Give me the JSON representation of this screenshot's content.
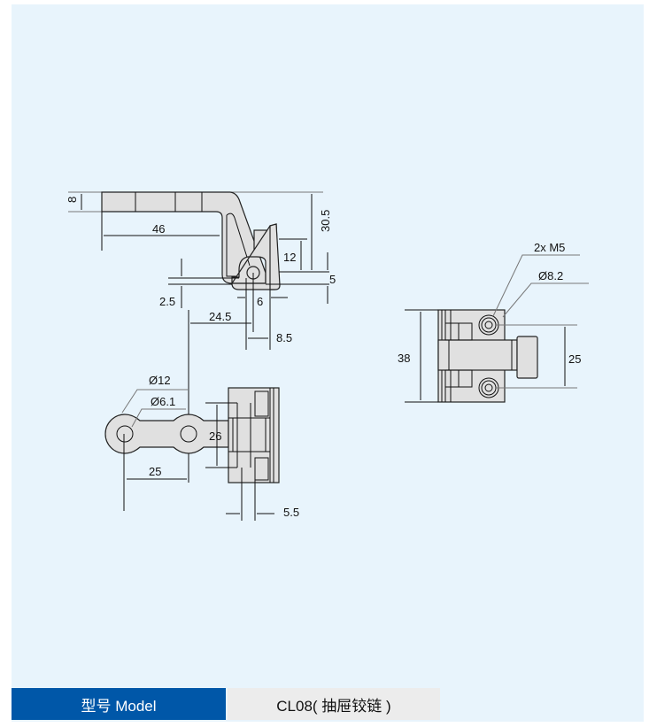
{
  "drawing": {
    "top_view": {
      "dim_thickness": "8",
      "dim_length": "46",
      "dim_height": "30.5",
      "dim_12": "12",
      "dim_5": "5",
      "dim_2_5": "2.5",
      "dim_6": "6",
      "dim_24_5": "24.5",
      "dim_8_5": "8.5"
    },
    "front_view": {
      "dia_outer": "Ø12",
      "dia_hole": "Ø6.1",
      "dim_pitch": "25",
      "dim_26": "26",
      "dim_5_5": "5.5"
    },
    "side_view": {
      "thread": "2x M5",
      "dia_counterbore": "Ø8.2",
      "dim_height": "38",
      "dim_spacing": "25"
    }
  },
  "footer": {
    "label": "型号 Model",
    "value": "CL08( 抽屉铰链 )"
  },
  "colors": {
    "accent": "#0057a8",
    "panel": "#e8f4fc",
    "cell": "#ececec"
  }
}
